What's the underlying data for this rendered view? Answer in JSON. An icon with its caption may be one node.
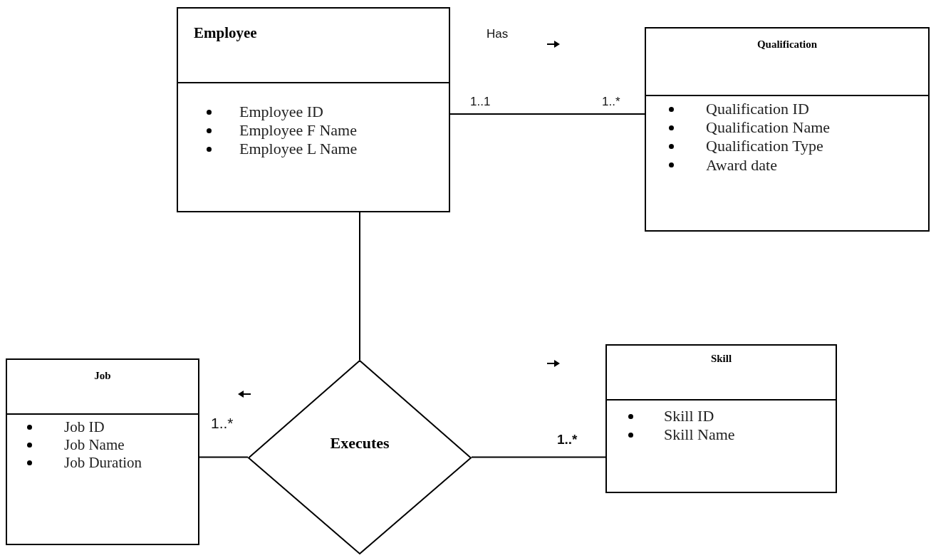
{
  "diagram": {
    "nodes": [
      {
        "text": [
          "Employee",
          "Employee ID",
          "Employee F Name",
          "Employee L Name"
        ]
      },
      {
        "text": [
          "Qualification",
          "Qualification ID",
          "Qualification Name",
          "Qualification Type",
          "Award date"
        ]
      },
      {
        "text": [
          "Job",
          "Job ID",
          "Job Name",
          "Job Duration"
        ]
      },
      {
        "text": [
          "Executes"
        ]
      },
      {
        "text": [
          "Skill",
          "Skill ID",
          "Skill Name"
        ]
      }
    ],
    "edges": [
      {
        "from": 0,
        "to": 1,
        "arrow": "none"
      },
      {
        "from": 0,
        "to": 3,
        "arrow": "none"
      },
      {
        "from": 3,
        "to": 2,
        "arrow": "none"
      },
      {
        "from": 3,
        "to": 4,
        "arrow": "none"
      }
    ],
    "labels": [
      "Has",
      "1..1",
      "1..*",
      "1..*",
      "1..*"
    ]
  }
}
